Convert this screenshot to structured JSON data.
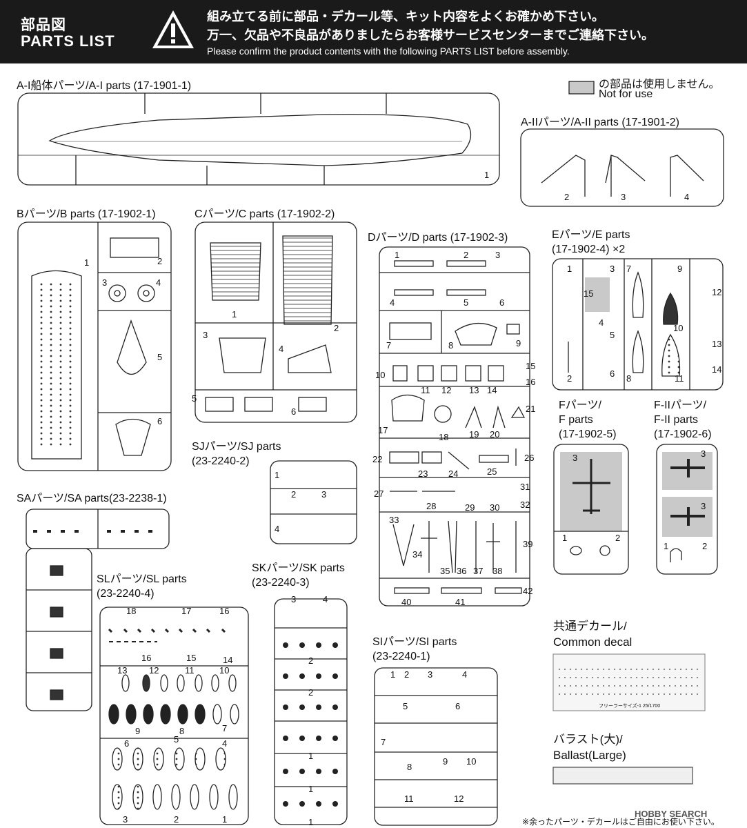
{
  "header": {
    "title_jp": "部品図",
    "title_en": "PARTS LIST",
    "notice_jp_1": "組み立てる前に部品・デカール等、キット内容をよくお確かめ下さい。",
    "notice_jp_2": "万一、欠品や不良品がありましたらお客様サービスセンターまでご連絡下さい。",
    "notice_en": "Please confirm the product contents with the following PARTS LIST before assembly."
  },
  "legend": {
    "jp": "の部品は使用しません。",
    "en": "Not for use",
    "swatch_color": "#c9c9c9"
  },
  "sprues": {
    "a1": {
      "title": "A-I船体パーツ/A-I parts (17-1901-1)",
      "numbers": [
        "1"
      ]
    },
    "a2": {
      "title": "A-IIパーツ/A-II parts (17-1901-2)",
      "numbers": [
        "2",
        "3",
        "4"
      ]
    },
    "b": {
      "title": "Bパーツ/B parts (17-1902-1)",
      "numbers": [
        "1",
        "2",
        "3",
        "4",
        "5",
        "6"
      ]
    },
    "c": {
      "title": "Cパーツ/C parts (17-1902-2)",
      "numbers": [
        "1",
        "2",
        "3",
        "4",
        "5",
        "6"
      ]
    },
    "d": {
      "title": "Dパーツ/D parts (17-1902-3)",
      "numbers": [
        "1",
        "2",
        "3",
        "4",
        "5",
        "6",
        "7",
        "8",
        "9",
        "10",
        "11",
        "12",
        "13",
        "14",
        "15",
        "16",
        "17",
        "18",
        "19",
        "20",
        "21",
        "22",
        "23",
        "24",
        "25",
        "26",
        "27",
        "28",
        "29",
        "30",
        "31",
        "32",
        "33",
        "34",
        "35",
        "36",
        "37",
        "38",
        "39",
        "40",
        "41",
        "42"
      ]
    },
    "e": {
      "title_1": "Eパーツ/E parts",
      "title_2": "(17-1902-4) ×2",
      "numbers": [
        "1",
        "2",
        "3",
        "4",
        "5",
        "6",
        "7",
        "8",
        "9",
        "10",
        "11",
        "12",
        "13",
        "14",
        "15"
      ]
    },
    "f": {
      "title_1": "Fパーツ/",
      "title_2": "F parts",
      "title_3": "(17-1902-5)",
      "numbers": [
        "1",
        "2",
        "3"
      ]
    },
    "f2": {
      "title_1": "F-IIパーツ/",
      "title_2": "F-II parts",
      "title_3": "(17-1902-6)",
      "numbers": [
        "1",
        "2",
        "3",
        "3"
      ]
    },
    "sj": {
      "title_1": "SJパーツ/SJ parts",
      "title_2": "(23-2240-2)",
      "numbers": [
        "1",
        "2",
        "3",
        "4"
      ]
    },
    "sa": {
      "title": "SAパーツ/SA parts(23-2238-1)"
    },
    "sl": {
      "title_1": "SLパーツ/SL parts",
      "title_2": "(23-2240-4)",
      "numbers": [
        "18",
        "17",
        "16",
        "16",
        "15",
        "14",
        "13",
        "12",
        "11",
        "10",
        "9",
        "8",
        "7",
        "6",
        "5",
        "4",
        "3",
        "2",
        "1"
      ]
    },
    "sk": {
      "title_1": "SKパーツ/SK parts",
      "title_2": "(23-2240-3)",
      "numbers": [
        "3",
        "4",
        "2",
        "2",
        "1",
        "1",
        "1"
      ]
    },
    "si": {
      "title_1": "SIパーツ/SI parts",
      "title_2": "(23-2240-1)",
      "numbers": [
        "1",
        "2",
        "3",
        "4",
        "5",
        "6",
        "7",
        "8",
        "9",
        "10",
        "11",
        "12"
      ]
    }
  },
  "decal": {
    "title_1": "共通デカール/",
    "title_2": "Common decal",
    "printed_text": "フリーラーサイズ-1 25/1700"
  },
  "ballast": {
    "title_1": "バラスト(大)/",
    "title_2": "Ballast(Large)"
  },
  "footer": {
    "note": "※余ったパーツ・デカールはご自由にお使い下さい。"
  },
  "watermark": {
    "text": "HOBBY SEARCH"
  }
}
